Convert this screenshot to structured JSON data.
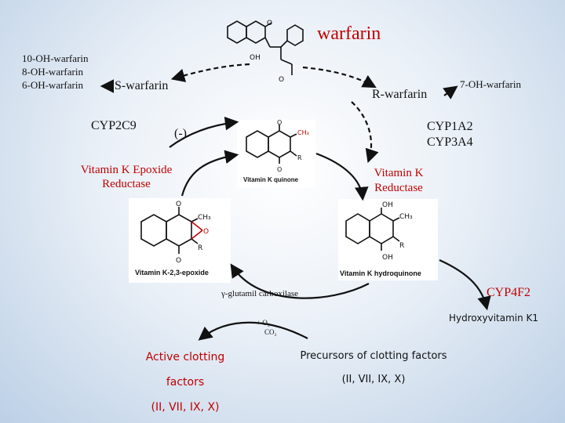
{
  "title": "warfarin",
  "metabolites_s": [
    "10-OH-warfarin",
    "8-OH-warfarin",
    "6-OH-warfarin"
  ],
  "s_warfarin": "S-warfarin",
  "r_warfarin": "R-warfarin",
  "metabolite_r": "7-OH-warfarin",
  "enzyme_s": "CYP2C9",
  "enzymes_r": [
    "CYP1A2",
    "CYP3A4"
  ],
  "inhibition": "(-)",
  "vk_epoxide_reductase": [
    "Vitamin K Epoxide",
    "Reductase"
  ],
  "vk_reductase": [
    "Vitamin K",
    "Reductase"
  ],
  "quinone_caption": "Vitamin K quinone",
  "epoxide_caption": "Vitamin K-2,3-epoxide",
  "hydroquinone_caption": "Vitamin K hydroquinone",
  "carboxylase": "γ-glutamil carboxilase",
  "cyp4f2": "CYP4F2",
  "hydroxyvitamin": "Hydroxyvitamin K1",
  "o2_label": "+ O₂",
  "co2_label": "CO₂",
  "active_clotting": [
    "Active clotting",
    "factors",
    "(II, VII, IX, X)"
  ],
  "precursors": [
    "Precursors of clotting factors",
    "(II, VII, IX, X)"
  ],
  "atom_labels": {
    "oh": "OH",
    "o": "O",
    "ch3": "CH₃",
    "r": "R"
  },
  "colors": {
    "accent_red": "#c00000",
    "arrow": "#111111"
  }
}
